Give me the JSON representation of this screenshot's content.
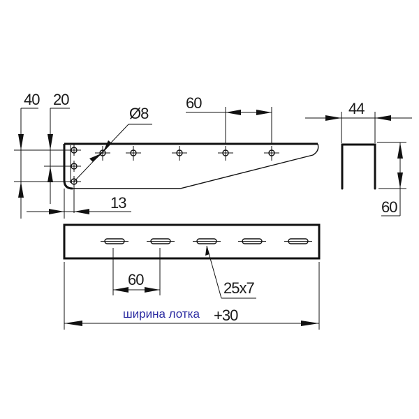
{
  "drawing": {
    "title": "Cable tray bracket technical drawing",
    "side_view": {
      "dimensions": {
        "vertical_offset_1": "40",
        "vertical_offset_2": "20",
        "hole_diameter": "Ø8",
        "hole_spacing": "60",
        "edge_offset": "13"
      },
      "hole_count_top_row": 5,
      "hole_count_left_column": 3
    },
    "profile_view": {
      "dimensions": {
        "width": "44",
        "height": "60"
      }
    },
    "top_view": {
      "dimensions": {
        "slot_spacing": "60",
        "slot_size": "25x7",
        "total_length_label": "ширина лотка",
        "total_length_suffix": "+30"
      },
      "slot_count": 5
    },
    "colors": {
      "line": "#111111",
      "label_blue": "#2a2aa0",
      "background": "#ffffff"
    }
  }
}
